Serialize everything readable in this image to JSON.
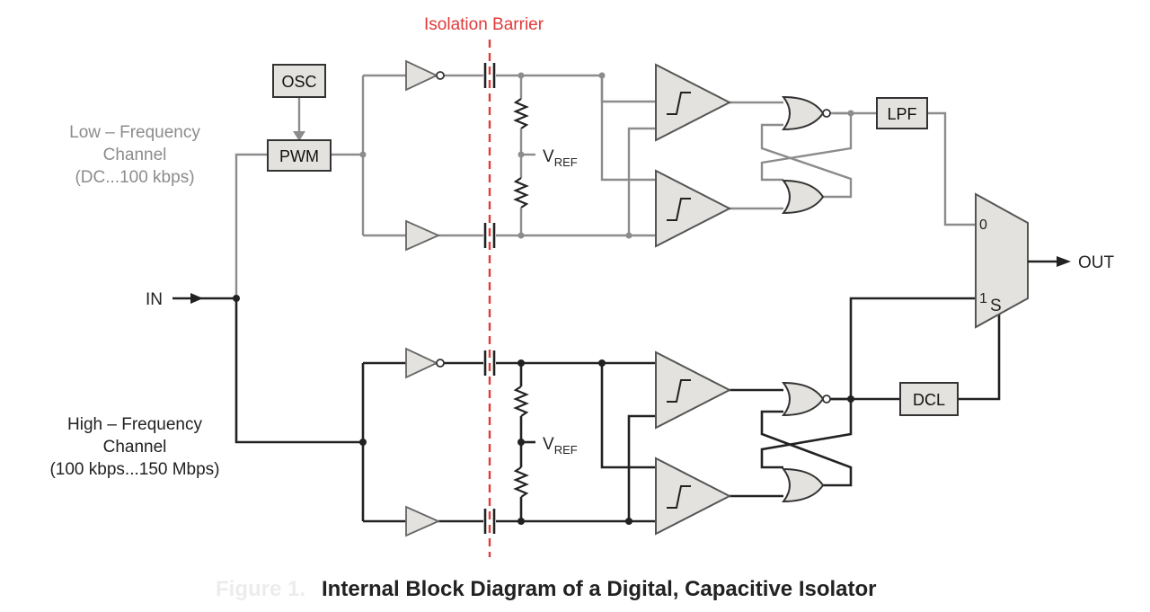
{
  "barrier": {
    "label": "Isolation Barrier",
    "color": "#e03a3a"
  },
  "blocks": {
    "osc": "OSC",
    "pwm": "PWM",
    "lpf": "LPF",
    "dcl": "DCL"
  },
  "channels": {
    "low": {
      "line1": "Low – Frequency",
      "line2": "Channel",
      "line3": "(DC...100 kbps)"
    },
    "high": {
      "line1": "High – Frequency",
      "line2": "Channel",
      "line3": "(100 kbps...150 Mbps)"
    }
  },
  "io": {
    "input": "IN",
    "output": "OUT"
  },
  "vref": {
    "main": "V",
    "sub": "REF"
  },
  "mux": {
    "in0": "0",
    "in1": "1",
    "sel": "S"
  },
  "caption": {
    "faded": "Figure 1.",
    "title": "Internal Block Diagram of a Digital, Capacitive Isolator"
  }
}
